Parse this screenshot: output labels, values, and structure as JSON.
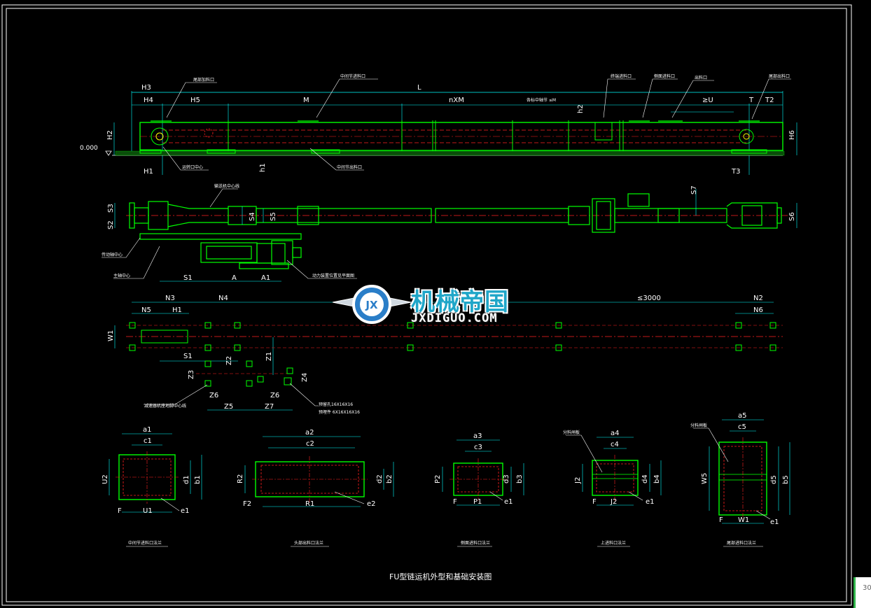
{
  "drawing": {
    "title": "FU型链运机外型和基础安装图",
    "elevation_label": "0.000"
  },
  "view1": {
    "dims": {
      "L": "L",
      "H3": "H3",
      "H4": "H4",
      "H5": "H5",
      "M": "M",
      "nXM": "nXM",
      "M_max": "各标中轴节 ≤M",
      "h2": "h2",
      "ge_u": "≥U",
      "T": "T",
      "T2": "T2",
      "H2": "H2",
      "H6": "H6",
      "H1": "H1",
      "h1": "h1",
      "T3": "T3"
    },
    "notes": [
      "尾部加料口",
      "中间节进料口",
      "终端进料口",
      "侧面进料口",
      "出料口",
      "尾部出料口",
      "运转口中心",
      "中间节出料口"
    ]
  },
  "view2": {
    "dims": {
      "S3": "S3",
      "S2": "S2",
      "S4": "S4",
      "S5": "S5",
      "S6": "S6",
      "S7": "S7",
      "S1": "S1",
      "A": "A",
      "A1": "A1"
    },
    "notes": [
      "输送机中心线",
      "传动轴中心",
      "主轴中心",
      "动力装置位置见平面图"
    ]
  },
  "view3": {
    "dims": {
      "N3": "N3",
      "N5": "N5",
      "H1": "H1",
      "N4": "N4",
      "max3000": "≤3000",
      "N2": "N2",
      "N6": "N6",
      "W1": "W1",
      "S1": "S1",
      "Z1": "Z1",
      "Z2": "Z2",
      "Z3": "Z3",
      "Z4": "Z4",
      "Z5": "Z5",
      "Z6a": "Z6",
      "Z6b": "Z6",
      "Z7": "Z7"
    },
    "notes": [
      "减速器机座地脚中心线",
      "预留孔16X16X16",
      "预埋件 6X16X16X16"
    ]
  },
  "flanges": [
    {
      "a": "a1",
      "c": "c1",
      "d": "d1",
      "b": "b1",
      "u": "U2",
      "f": "F",
      "w": "U1",
      "e": "e1",
      "caption": "中间节进料口法兰"
    },
    {
      "a": "a2",
      "c": "c2",
      "d": "d2",
      "b": "b2",
      "u": "R2",
      "f": "F2",
      "w": "R1",
      "e": "e2",
      "caption": "头部出料口法兰"
    },
    {
      "a": "a3",
      "c": "c3",
      "d": "d3",
      "b": "b3",
      "u": "P2",
      "f": "F",
      "w": "P1",
      "e": "e1",
      "caption": "侧面进料口法兰"
    },
    {
      "a": "a4",
      "c": "c4",
      "d": "d4",
      "b": "b4",
      "u": "J2",
      "f": "F",
      "w": "J2",
      "e": "e1",
      "caption": "上进料口法兰",
      "note": "分料闸板"
    },
    {
      "a": "a5",
      "c": "c5",
      "d": "d5",
      "b": "b5",
      "u": "W5",
      "f": "F",
      "w": "W1",
      "e": "e1",
      "caption": "尾部进料口法兰",
      "note": "分料闸板"
    }
  ],
  "watermark": {
    "cn": "机械帝国",
    "en": "JXDIGUO.COM",
    "badge": "JX"
  },
  "corner": {
    "page_number": "30"
  },
  "colors": {
    "background": "#000000",
    "frame": "#ffffff",
    "body": "#00ff00",
    "center": "#ff2020",
    "dims": "#00ffff",
    "text": "#ffffff"
  }
}
